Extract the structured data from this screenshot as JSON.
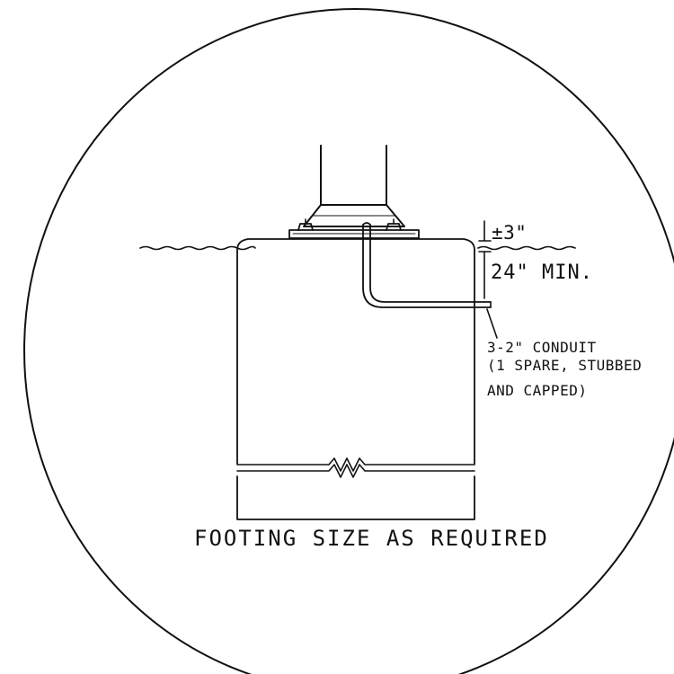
{
  "labels": {
    "clearance": "±3\"",
    "min_depth": "24\" MIN.",
    "conduit_line1": "3-2\" CONDUIT",
    "conduit_line2": "(1 SPARE, STUBBED",
    "conduit_line3": "AND CAPPED)",
    "footing": "FOOTING SIZE AS REQUIRED"
  },
  "colors": {
    "ink": "#111111",
    "paper": "#ffffff"
  }
}
